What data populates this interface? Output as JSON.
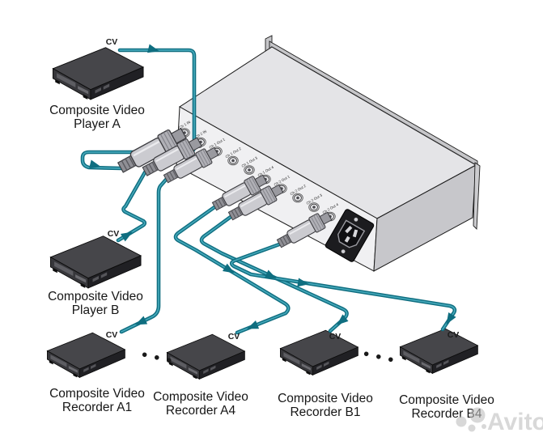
{
  "devices": {
    "player_a": {
      "line1": "Composite Video",
      "line2": "Player A",
      "port": "CV"
    },
    "player_b": {
      "line1": "Composite Video",
      "line2": "Player B",
      "port": "CV"
    },
    "recorder_a1": {
      "line1": "Composite Video",
      "line2": "Recorder A1",
      "port": "CV"
    },
    "recorder_a4": {
      "line1": "Composite Video",
      "line2": "Recorder A4",
      "port": "CV"
    },
    "recorder_b1": {
      "line1": "Composite Video",
      "line2": "Recorder B1",
      "port": "CV"
    },
    "recorder_b4": {
      "line1": "Composite Video",
      "line2": "Recorder B4",
      "port": "CV"
    }
  },
  "amplifier": {
    "connector_labels": [
      "Ch 1 IN",
      "Ch 2 IN",
      "Ch 1 Out 1",
      "Ch 1 Out 2",
      "Ch 1 Out 3",
      "Ch 1 Out 4",
      "Ch 2 Out 1",
      "Ch 2 Out 2",
      "Ch 2 Out 3",
      "Ch 2 Out 4"
    ],
    "power_inlet_icon": "iec-power-socket"
  },
  "separators": {
    "a_group": "● ● ●",
    "b_group": "● ● ●"
  },
  "watermark": {
    "brand": "Avito",
    "logo_icon": "avito-circles-logo"
  },
  "colors": {
    "cable": "#0f6e80",
    "cable_core": "#45a8ba",
    "chassis_top": "#e4e4e7",
    "chassis_panel": "#f0f0f2",
    "chassis_side": "#c7c7cb",
    "device_body": "#46464a",
    "watermark": "#bfbfbf"
  }
}
